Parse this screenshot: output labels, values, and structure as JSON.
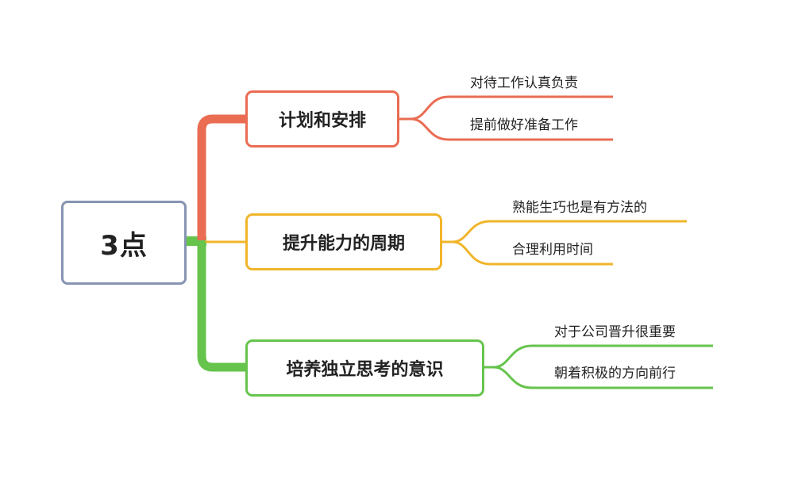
{
  "root": {
    "label": "3点"
  },
  "topics": [
    {
      "label": "计划和安排",
      "color": "#ea6c52",
      "items": [
        "对待工作认真负责",
        "提前做好准备工作"
      ]
    },
    {
      "label": "提升能力的周期",
      "color": "#f0b52b",
      "items": [
        "熟能生巧也是有方法的",
        "合理利用时间"
      ]
    },
    {
      "label": "培养独立思考的意识",
      "color": "#66c44c",
      "items": [
        "对于公司晋升很重要",
        "朝着积极的方向前行"
      ]
    }
  ]
}
